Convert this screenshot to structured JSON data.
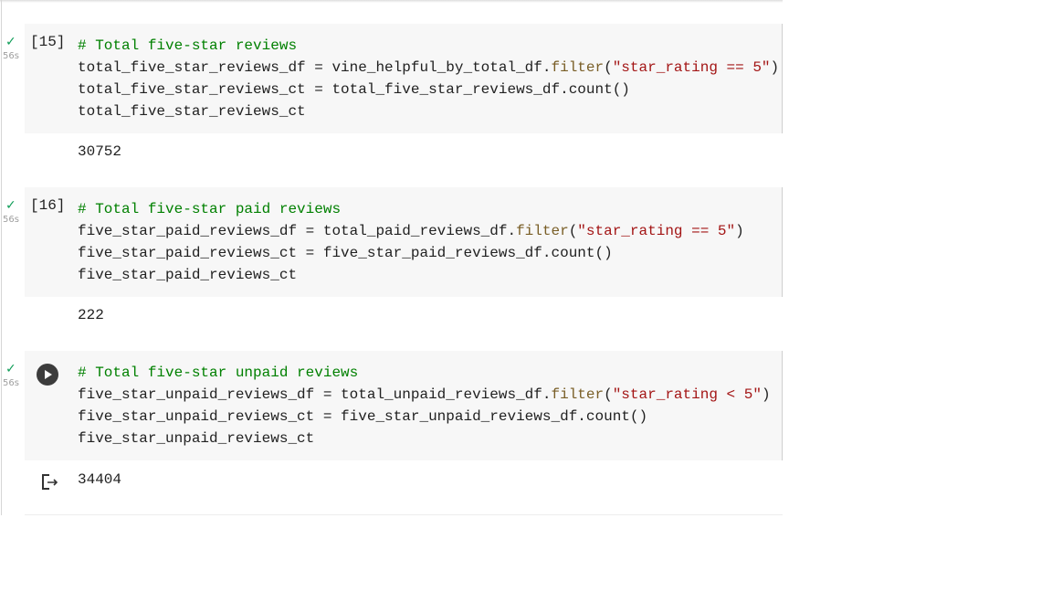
{
  "cells": [
    {
      "count": "[15]",
      "time": "56s",
      "comment": "# Total five-star reviews",
      "l1a": "total_five_star_reviews_df = vine_helpful_by_total_df.",
      "l1fn": "filter",
      "l1b": "(",
      "l1s": "\"star_rating == 5\"",
      "l1c": ")",
      "l2": "total_five_star_reviews_ct = total_five_star_reviews_df.count()",
      "l3": "total_five_star_reviews_ct",
      "output": "30752"
    },
    {
      "count": "[16]",
      "time": "56s",
      "comment": "# Total five-star paid reviews",
      "l1a": "five_star_paid_reviews_df = total_paid_reviews_df.",
      "l1fn": "filter",
      "l1b": "(",
      "l1s": "\"star_rating == 5\"",
      "l1c": ")",
      "l2": "five_star_paid_reviews_ct = five_star_paid_reviews_df.count()",
      "l3": "five_star_paid_reviews_ct",
      "output": "222"
    },
    {
      "count": "",
      "time": "56s",
      "comment": "# Total five-star unpaid reviews",
      "l1a": "five_star_unpaid_reviews_df = total_unpaid_reviews_df.",
      "l1fn": "filter",
      "l1b": "(",
      "l1s": "\"star_rating < 5\"",
      "l1c": ")",
      "l2": "five_star_unpaid_reviews_ct = five_star_unpaid_reviews_df.count()",
      "l3": "five_star_unpaid_reviews_ct",
      "output": "34404"
    }
  ],
  "colors": {
    "comment": "#008000",
    "function": "#795e26",
    "string": "#a31515",
    "check": "#0f9d58"
  }
}
